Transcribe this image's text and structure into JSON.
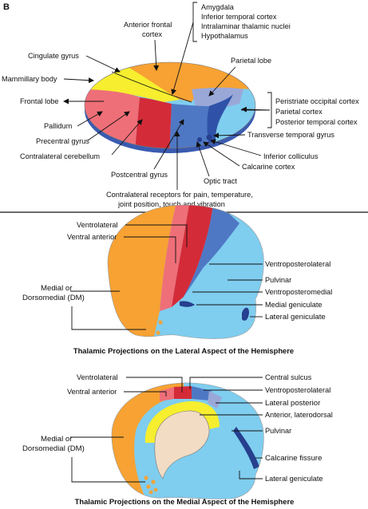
{
  "panel_label": "B",
  "top": {
    "right_top_list": [
      "Amygdala",
      "Inferior temporal cortex",
      "Intralaminar thalamic nuclei",
      "Hypothalamus"
    ],
    "anterior_frontal": [
      "Anterior frontal",
      "cortex"
    ],
    "cingulate": "Cingulate gyrus",
    "parietal_lobe": "Parietal lobe",
    "mammillary": "Mammillary body",
    "frontal_lobe": "Frontal lobe",
    "right_mid_list": [
      "Peristriate occipital cortex",
      "Parietal cortex",
      "Posterior temporal cortex"
    ],
    "pallidum": "Pallidum",
    "transverse": "Transverse temporal gyrus",
    "precentral": "Precentral gyrus",
    "inferior_colliculus": "Inferior colliculus",
    "contralateral_cerebellum": "Contralateral cerebellum",
    "calcarine_cortex": "Calcarine cortex",
    "postcentral": "Postcentral gyrus",
    "optic_tract": "Optic tract",
    "receptors": [
      "Contralateral receptors for pain, temperature,",
      "joint position, touch and vibration"
    ]
  },
  "lateral": {
    "ventrolateral": "Ventrolateral",
    "ventral_anterior": "Ventral anterior",
    "ventroposterolateral": "Ventroposterolateral",
    "pulvinar": "Pulvinar",
    "ventroposteromedial": "Ventroposteromedial",
    "medial_dm": [
      "Medial or",
      "Dorsomedial (DM)"
    ],
    "medial_geniculate": "Medial geniculate",
    "lateral_geniculate": "Lateral geniculate",
    "title": "Thalamic Projections on the Lateral Aspect of the Hemisphere"
  },
  "medial": {
    "ventrolateral": "Ventrolateral",
    "central_sulcus": "Central sulcus",
    "ventroposterolateral": "Ventroposterolateral",
    "ventral_anterior": "Ventral anterior",
    "lateral_posterior": "Lateral posterior",
    "anterior_laterodorsal": "Anterior, laterodorsal",
    "medial_dm": [
      "Medial or",
      "Dorsomedial (DM)"
    ],
    "pulvinar": "Pulvinar",
    "calcarine_fissure": "Calcarine fissure",
    "lateral_geniculate": "Lateral geniculate",
    "title": "Thalamic Projections on the Medial Aspect of the Hemisphere"
  },
  "colors": {
    "orange": "#f7a233",
    "yellow": "#f6ee2e",
    "pink": "#ef6f78",
    "red": "#d42b38",
    "blue": "#4f78c4",
    "lightblue": "#7fcdef",
    "navy": "#263f8e",
    "dot": "#f0a43a",
    "paleblue": "#9aa8d8",
    "cream": "#f2dcc4"
  }
}
